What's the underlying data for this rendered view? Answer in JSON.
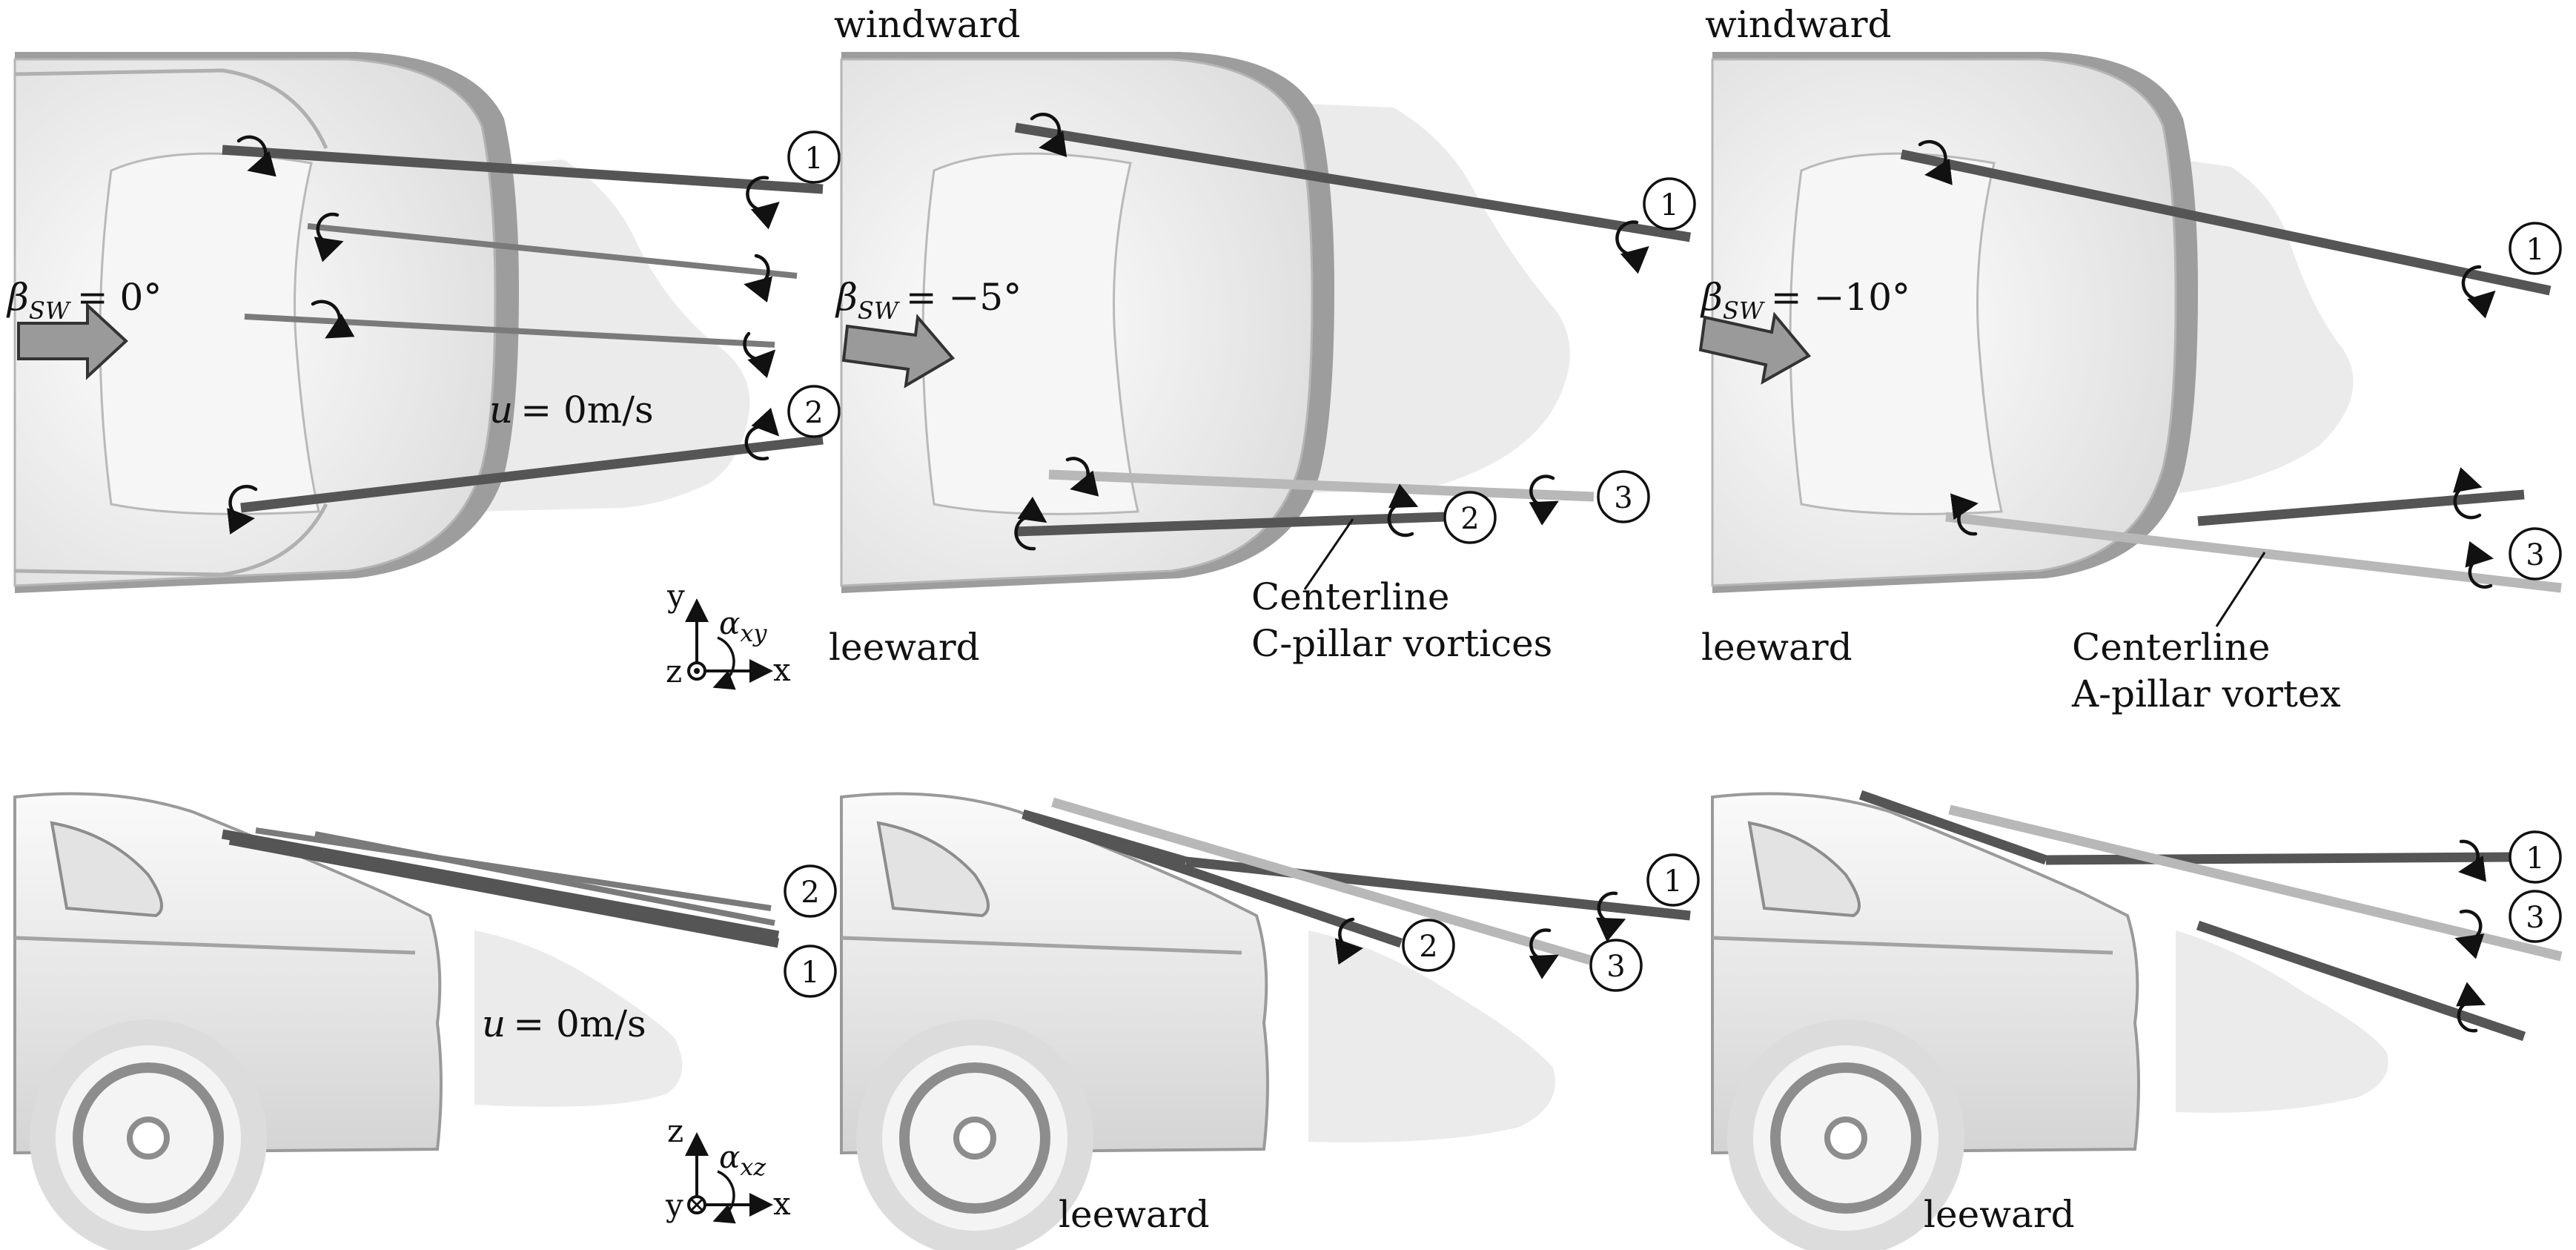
{
  "panels": {
    "top_left": {
      "beta_label": "= 0°",
      "u_label": "= 0m/s"
    },
    "top_mid": {
      "windward": "windward",
      "beta_label": "= −5°",
      "leeward": "leeward",
      "centerline_line1": "Centerline",
      "centerline_line2": "C-pillar vortices"
    },
    "top_right": {
      "windward": "windward",
      "beta_label": "= −10°",
      "leeward": "leeward",
      "centerline_line1": "Centerline",
      "centerline_line2": "A-pillar vortex"
    },
    "bottom_left": {
      "u_label": "= 0m/s"
    },
    "bottom_mid": {
      "leeward": "leeward"
    },
    "bottom_right": {
      "leeward": "leeward"
    }
  },
  "symbols": {
    "beta": "β",
    "beta_sub": "SW",
    "u": "u",
    "alpha": "α",
    "alpha_sub_xy": "xy",
    "alpha_sub_xz": "xz"
  },
  "axes_xy": {
    "y": "y",
    "z": "z",
    "x": "x"
  },
  "axes_xz": {
    "z": "z",
    "y": "y",
    "x": "x"
  },
  "markers": [
    "1",
    "2",
    "3"
  ],
  "colors": {
    "vortex_dark": "#555555",
    "vortex_mid": "#7a7a7a",
    "vortex_light": "#b8b8b8",
    "wake": "#ebebeb",
    "car": "#f1f1f1"
  }
}
